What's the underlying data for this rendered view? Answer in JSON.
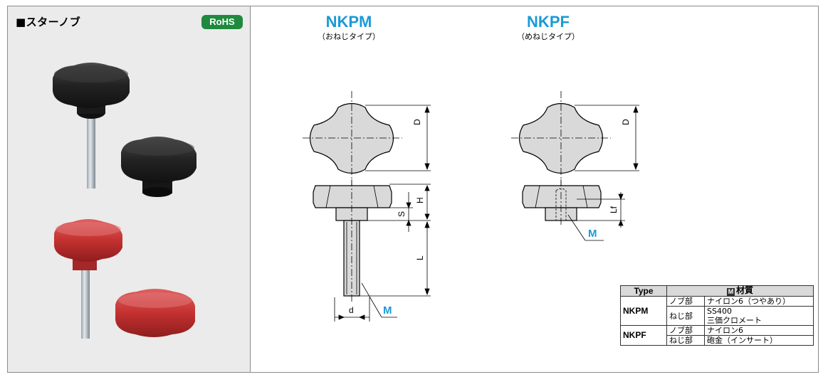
{
  "section": {
    "title": "■スターノブ",
    "rohs_badge": "RoHS"
  },
  "models": [
    {
      "name": "NKPM",
      "subtitle": "（おねじタイプ）"
    },
    {
      "name": "NKPF",
      "subtitle": "（めねじタイプ）"
    }
  ],
  "dimensions": {
    "nkpm": {
      "D": "D",
      "H": "H",
      "S": "S",
      "L": "L",
      "d": "d",
      "M": "M"
    },
    "nkpf": {
      "D": "D",
      "Lf": "Lf",
      "M": "M"
    }
  },
  "spec_table": {
    "header_type": "Type",
    "header_material_icon": "M",
    "header_material": "材質",
    "rows": [
      {
        "type": "NKPM",
        "part": "ノブ部",
        "material": "ナイロン6（つやあり）"
      },
      {
        "type": "",
        "part": "ねじ部",
        "material": "SS400",
        "material2": "三価クロメート"
      },
      {
        "type": "NKPF",
        "part": "ノブ部",
        "material": "ナイロン6"
      },
      {
        "type": "",
        "part": "ねじ部",
        "material": "砲金（インサート）"
      }
    ]
  },
  "colors": {
    "accent": "#1b9ad6",
    "rohs": "#1f8a3e",
    "knob_black": "#2a2a2a",
    "knob_red": "#c8302c"
  }
}
